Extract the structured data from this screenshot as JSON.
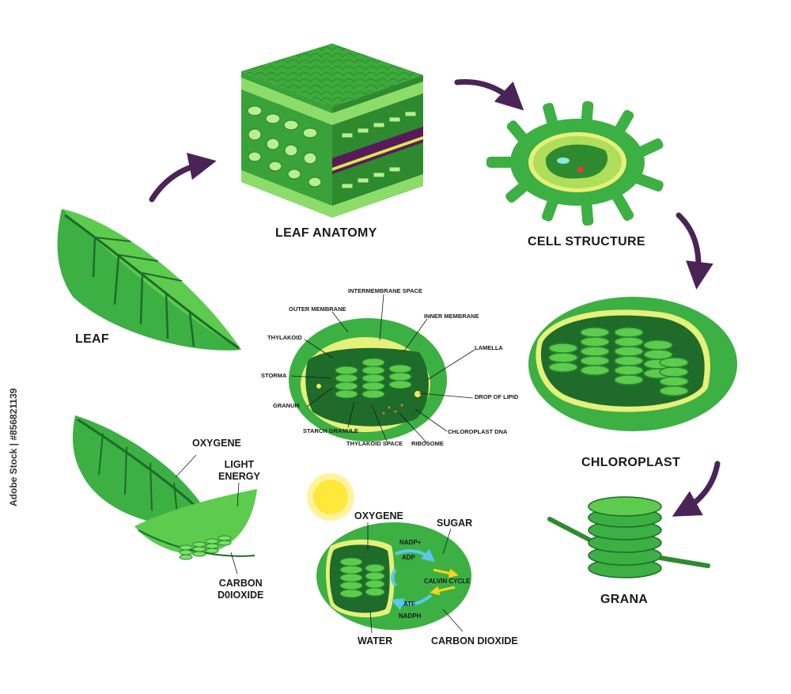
{
  "diagram": {
    "stages": {
      "leaf": "LEAF",
      "leaf_anatomy": "LEAF ANATOMY",
      "cell_structure": "CELL STRUCTURE",
      "chloroplast": "CHLOROPLAST",
      "grana": "GRANA"
    },
    "chloroplast_parts": {
      "intermembrane_space": "INTERMEMBRANE SPACE",
      "outer_membrane": "OUTER MEMBRANE",
      "inner_membrane": "INNER MEMBRANE",
      "thylakoid": "THYLAKOID",
      "lamella": "LAMELLA",
      "storma": "STORMA",
      "drop_of_lipid": "DROP OF LIPID",
      "granum": "GRANUM",
      "chloroplast_dna": "CHLOROPLAST DNA",
      "starch_granule": "STARCH GRANULE",
      "thylakoid_space": "THYLAKOID SPACE",
      "ribosome": "RIBOSOME"
    },
    "leaf_process": {
      "oxygen": "OXYGENE",
      "light_energy": "LIGHT\nENERGY",
      "carbon_dioxide": "CARBON\nD0IOXIDE"
    },
    "photosynthesis": {
      "oxygen": "OXYGENE",
      "sugar": "SUGAR",
      "nadp": "NADP+",
      "adp": "ADP",
      "calvin_cycle": "CALVIN CYCLE",
      "atf": "ATF",
      "nadph": "NADPH",
      "water": "WATER",
      "carbon_dioxide": "CARBON DIOXIDE"
    }
  },
  "watermark": "Adobe Stock | #856821139",
  "colors": {
    "leaf_green": "#3cb043",
    "dark_green": "#1e6b2a",
    "light_green": "#6fd05a",
    "membrane_yellow": "#e6f07a",
    "arrow_purple": "#4a2457",
    "sun_yellow": "#ffe83a",
    "cycle_blue": "#5ac8ee"
  }
}
